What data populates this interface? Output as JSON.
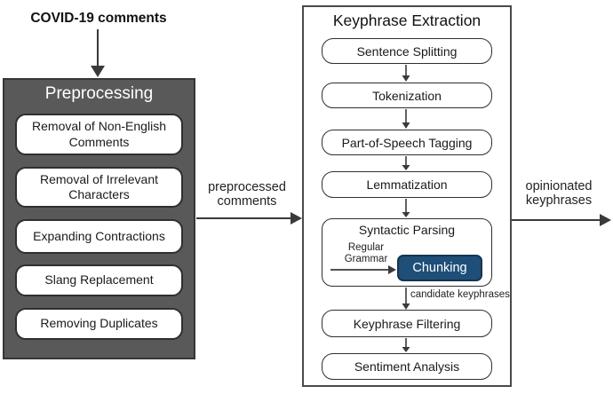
{
  "labels": {
    "input_source": "COVID-19 comments",
    "preprocessed": "preprocessed comments",
    "opinionated": "opinionated keyphrases",
    "candidate": "candidate keyphrases"
  },
  "preprocessing": {
    "title": "Preprocessing",
    "steps": [
      "Removal of Non-English Comments",
      "Removal of Irrelevant Characters",
      "Expanding Contractions",
      "Slang Replacement",
      "Removing Duplicates"
    ]
  },
  "keyphrase_extraction": {
    "title": "Keyphrase Extraction",
    "steps_before_parsing": [
      "Sentence Splitting",
      "Tokenization",
      "Part-of-Speech Tagging",
      "Lemmatization"
    ],
    "syntactic_parsing": {
      "title": "Syntactic Parsing",
      "grammar_label": "Regular Grammar",
      "chunking": "Chunking"
    },
    "steps_after_parsing": [
      "Keyphrase Filtering",
      "Sentiment Analysis"
    ]
  },
  "colors": {
    "preprocessing_fill": "#595959",
    "preprocessing_border": "#363636",
    "panel_border": "#4a4a4a",
    "step_border": "#2f2f2f",
    "chunking_fill": "#1f4e79",
    "chunking_border": "#16344e",
    "arrow": "#3a3a3a",
    "text": "#1a1a1a",
    "title_text_on_dark": "#ffffff"
  }
}
